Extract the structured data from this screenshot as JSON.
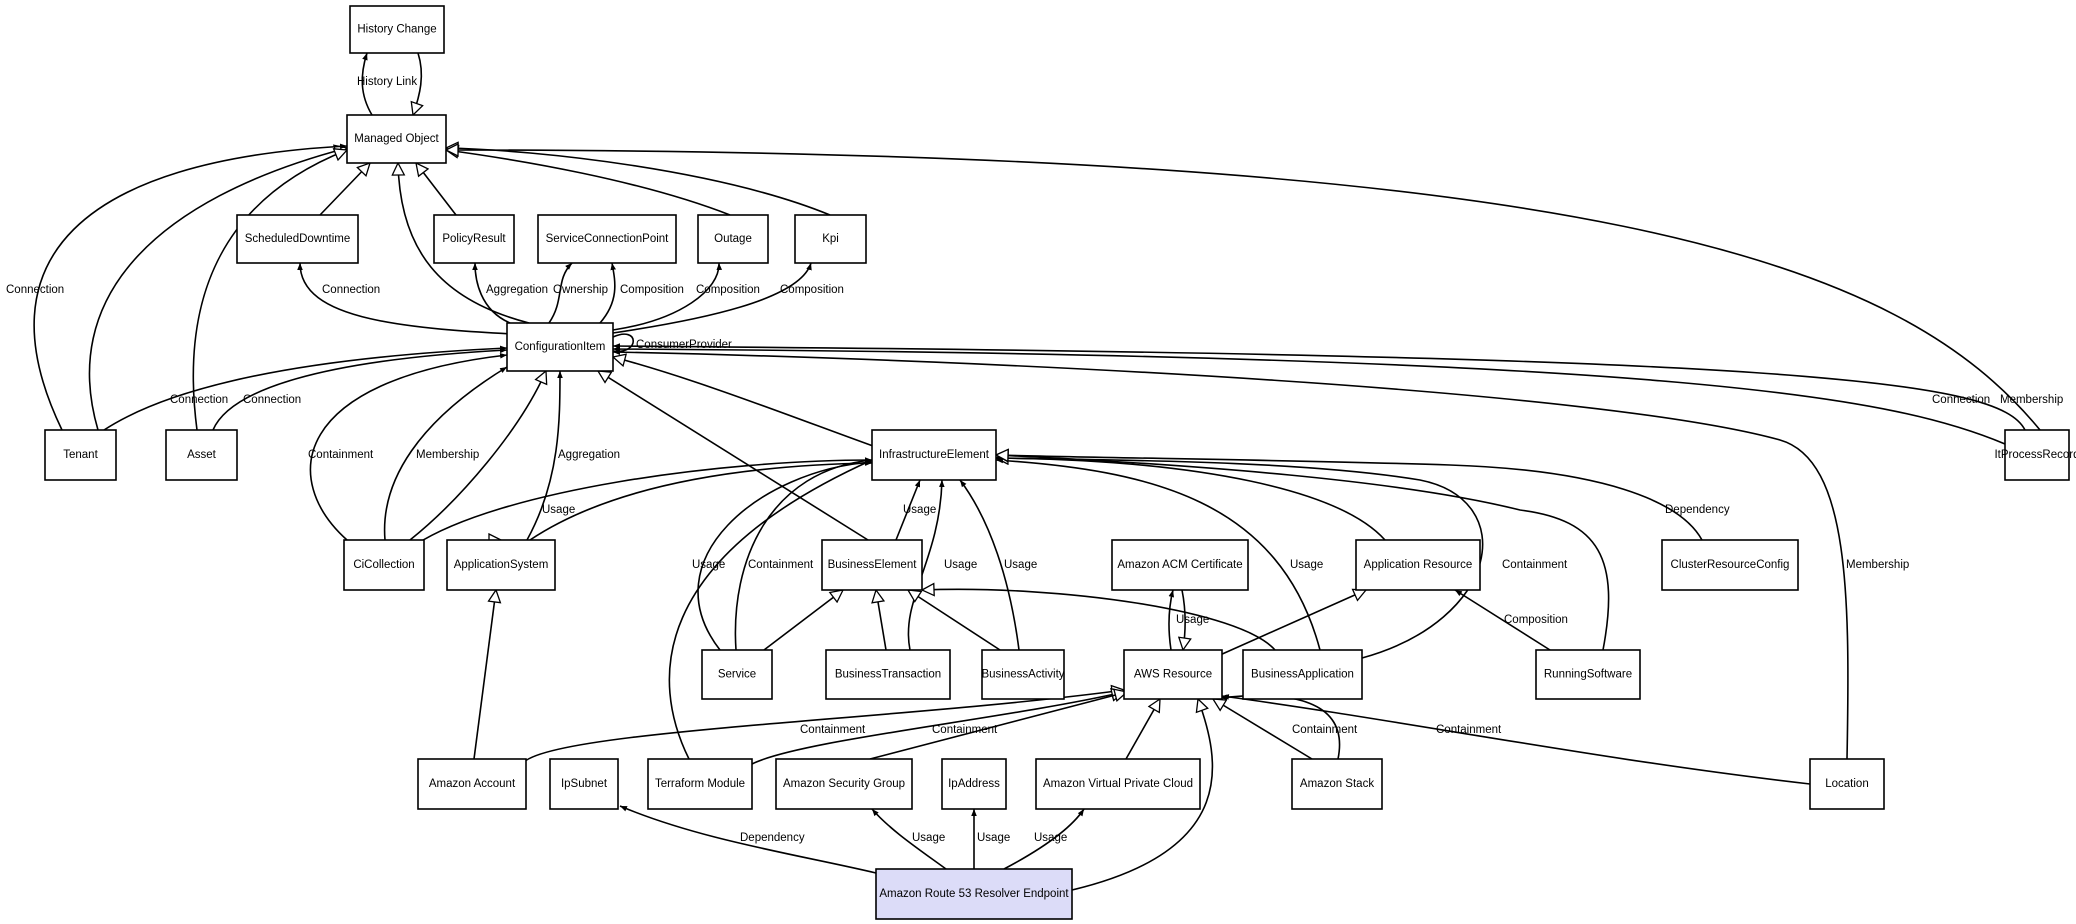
{
  "diagram": {
    "nodes": [
      {
        "id": "history_change",
        "label": "History Change"
      },
      {
        "id": "managed_object",
        "label": "Managed Object"
      },
      {
        "id": "scheduled_downtime",
        "label": "ScheduledDowntime"
      },
      {
        "id": "policy_result",
        "label": "PolicyResult"
      },
      {
        "id": "service_connection_point",
        "label": "ServiceConnectionPoint"
      },
      {
        "id": "outage",
        "label": "Outage"
      },
      {
        "id": "kpi",
        "label": "Kpi"
      },
      {
        "id": "configuration_item",
        "label": "ConfigurationItem"
      },
      {
        "id": "tenant",
        "label": "Tenant"
      },
      {
        "id": "asset",
        "label": "Asset"
      },
      {
        "id": "infrastructure_element",
        "label": "InfrastructureElement"
      },
      {
        "id": "it_process_record",
        "label": "ItProcessRecord"
      },
      {
        "id": "ci_collection",
        "label": "CiCollection"
      },
      {
        "id": "application_system",
        "label": "ApplicationSystem"
      },
      {
        "id": "business_element",
        "label": "BusinessElement"
      },
      {
        "id": "amazon_acm_certificate",
        "label": "Amazon ACM Certificate"
      },
      {
        "id": "application_resource",
        "label": "Application Resource"
      },
      {
        "id": "cluster_resource_config",
        "label": "ClusterResourceConfig"
      },
      {
        "id": "service",
        "label": "Service"
      },
      {
        "id": "business_transaction",
        "label": "BusinessTransaction"
      },
      {
        "id": "business_activity",
        "label": "BusinessActivity"
      },
      {
        "id": "aws_resource",
        "label": "AWS Resource"
      },
      {
        "id": "business_application",
        "label": "BusinessApplication"
      },
      {
        "id": "running_software",
        "label": "RunningSoftware"
      },
      {
        "id": "amazon_account",
        "label": "Amazon Account"
      },
      {
        "id": "ip_subnet",
        "label": "IpSubnet"
      },
      {
        "id": "terraform_module",
        "label": "Terraform Module"
      },
      {
        "id": "amazon_security_group",
        "label": "Amazon Security Group"
      },
      {
        "id": "ip_address",
        "label": "IpAddress"
      },
      {
        "id": "amazon_vpc",
        "label": "Amazon Virtual Private Cloud"
      },
      {
        "id": "amazon_stack",
        "label": "Amazon Stack"
      },
      {
        "id": "location",
        "label": "Location"
      },
      {
        "id": "route53_resolver_endpoint",
        "label": "Amazon Route 53 Resolver Endpoint",
        "highlight": true
      }
    ],
    "edges": [
      {
        "id": "e1",
        "from": "managed_object",
        "to": "history_change",
        "kind": "association",
        "label": "History Link"
      },
      {
        "id": "e2",
        "from": "history_change",
        "to": "managed_object",
        "kind": "inheritance",
        "label": ""
      },
      {
        "id": "e3",
        "from": "scheduled_downtime",
        "to": "managed_object",
        "kind": "inheritance",
        "label": ""
      },
      {
        "id": "e4",
        "from": "policy_result",
        "to": "managed_object",
        "kind": "inheritance",
        "label": ""
      },
      {
        "id": "e5",
        "from": "configuration_item",
        "to": "managed_object",
        "kind": "inheritance",
        "label": ""
      },
      {
        "id": "e6",
        "from": "outage",
        "to": "managed_object",
        "kind": "inheritance",
        "label": ""
      },
      {
        "id": "e7",
        "from": "kpi",
        "to": "managed_object",
        "kind": "inheritance",
        "label": ""
      },
      {
        "id": "e8",
        "from": "tenant",
        "to": "managed_object",
        "kind": "inheritance",
        "label": ""
      },
      {
        "id": "e9",
        "from": "tenant",
        "to": "managed_object",
        "kind": "association",
        "label": "Connection"
      },
      {
        "id": "e10",
        "from": "asset",
        "to": "managed_object",
        "kind": "inheritance",
        "label": ""
      },
      {
        "id": "e11",
        "from": "it_process_record",
        "to": "managed_object",
        "kind": "inheritance",
        "label": ""
      },
      {
        "id": "e12",
        "from": "configuration_item",
        "to": "scheduled_downtime",
        "kind": "association",
        "label": "Connection"
      },
      {
        "id": "e13",
        "from": "configuration_item",
        "to": "policy_result",
        "kind": "association",
        "label": "Aggregation"
      },
      {
        "id": "e14",
        "from": "configuration_item",
        "to": "service_connection_point",
        "kind": "association",
        "label": "Ownership"
      },
      {
        "id": "e15",
        "from": "configuration_item",
        "to": "service_connection_point",
        "kind": "association",
        "label": "Composition"
      },
      {
        "id": "e16",
        "from": "configuration_item",
        "to": "outage",
        "kind": "association",
        "label": "Composition"
      },
      {
        "id": "e17",
        "from": "configuration_item",
        "to": "kpi",
        "kind": "association",
        "label": "Composition"
      },
      {
        "id": "e18",
        "from": "configuration_item",
        "to": "configuration_item",
        "kind": "association",
        "label": "ConsumerProvider"
      },
      {
        "id": "e19",
        "from": "tenant",
        "to": "configuration_item",
        "kind": "association",
        "label": "Connection"
      },
      {
        "id": "e20",
        "from": "asset",
        "to": "configuration_item",
        "kind": "association",
        "label": "Connection"
      },
      {
        "id": "e21",
        "from": "ci_collection",
        "to": "configuration_item",
        "kind": "association",
        "label": "Containment"
      },
      {
        "id": "e22",
        "from": "ci_collection",
        "to": "configuration_item",
        "kind": "association",
        "label": "Membership"
      },
      {
        "id": "e23",
        "from": "ci_collection",
        "to": "configuration_item",
        "kind": "inheritance",
        "label": ""
      },
      {
        "id": "e24",
        "from": "application_system",
        "to": "configuration_item",
        "kind": "association",
        "label": "Aggregation"
      },
      {
        "id": "e25",
        "from": "business_element",
        "to": "configuration_item",
        "kind": "inheritance",
        "label": ""
      },
      {
        "id": "e26",
        "from": "infrastructure_element",
        "to": "configuration_item",
        "kind": "inheritance",
        "label": ""
      },
      {
        "id": "e27",
        "from": "it_process_record",
        "to": "configuration_item",
        "kind": "association",
        "label": "Connection"
      },
      {
        "id": "e28",
        "from": "it_process_record",
        "to": "configuration_item",
        "kind": "association",
        "label": "Membership"
      },
      {
        "id": "e29",
        "from": "location",
        "to": "configuration_item",
        "kind": "association",
        "label": "Membership"
      },
      {
        "id": "e30",
        "from": "ci_collection",
        "to": "infrastructure_element",
        "kind": "association",
        "label": "Usage"
      },
      {
        "id": "e31",
        "from": "application_system",
        "to": "infrastructure_element",
        "kind": "association",
        "label": ""
      },
      {
        "id": "e32",
        "from": "business_element",
        "to": "infrastructure_element",
        "kind": "association",
        "label": "Usage"
      },
      {
        "id": "e33",
        "from": "service",
        "to": "infrastructure_element",
        "kind": "association",
        "label": "Usage"
      },
      {
        "id": "e34",
        "from": "service",
        "to": "infrastructure_element",
        "kind": "association",
        "label": "Containment"
      },
      {
        "id": "e35",
        "from": "business_transaction",
        "to": "infrastructure_element",
        "kind": "association",
        "label": "Usage"
      },
      {
        "id": "e36",
        "from": "business_activity",
        "to": "infrastructure_element",
        "kind": "association",
        "label": "Usage"
      },
      {
        "id": "e37",
        "from": "business_application",
        "to": "infrastructure_element",
        "kind": "association",
        "label": "Usage"
      },
      {
        "id": "e38",
        "from": "application_resource",
        "to": "infrastructure_element",
        "kind": "inheritance",
        "label": ""
      },
      {
        "id": "e39",
        "from": "business_application",
        "to": "infrastructure_element",
        "kind": "association",
        "label": "Containment"
      },
      {
        "id": "e40",
        "from": "running_software",
        "to": "infrastructure_element",
        "kind": "inheritance",
        "label": ""
      },
      {
        "id": "e41",
        "from": "cluster_resource_config",
        "to": "infrastructure_element",
        "kind": "inheritance",
        "label": "Dependency"
      },
      {
        "id": "e42",
        "from": "terraform_module",
        "to": "infrastructure_element",
        "kind": "association",
        "label": ""
      },
      {
        "id": "e43",
        "from": "application_system",
        "to": "configuration_item",
        "kind": "inheritance",
        "label": ""
      },
      {
        "id": "e44",
        "from": "amazon_account",
        "to": "application_system",
        "kind": "inheritance",
        "label": ""
      },
      {
        "id": "e45",
        "from": "service",
        "to": "business_element",
        "kind": "inheritance",
        "label": ""
      },
      {
        "id": "e46",
        "from": "business_transaction",
        "to": "business_element",
        "kind": "inheritance",
        "label": ""
      },
      {
        "id": "e47",
        "from": "business_activity",
        "to": "business_element",
        "kind": "inheritance",
        "label": ""
      },
      {
        "id": "e48",
        "from": "business_application",
        "to": "business_element",
        "kind": "inheritance",
        "label": ""
      },
      {
        "id": "e49",
        "from": "aws_resource",
        "to": "amazon_acm_certificate",
        "kind": "association",
        "label": "Usage"
      },
      {
        "id": "e50",
        "from": "amazon_acm_certificate",
        "to": "aws_resource",
        "kind": "inheritance",
        "label": ""
      },
      {
        "id": "e51",
        "from": "aws_resource",
        "to": "application_resource",
        "kind": "inheritance",
        "label": ""
      },
      {
        "id": "e52",
        "from": "running_software",
        "to": "application_resource",
        "kind": "association",
        "label": "Composition"
      },
      {
        "id": "e53",
        "from": "amazon_account",
        "to": "aws_resource",
        "kind": "inheritance",
        "label": "Containment"
      },
      {
        "id": "e54",
        "from": "terraform_module",
        "to": "aws_resource",
        "kind": "inheritance",
        "label": "Containment"
      },
      {
        "id": "e55",
        "from": "amazon_security_group",
        "to": "aws_resource",
        "kind": "inheritance",
        "label": ""
      },
      {
        "id": "e56",
        "from": "amazon_vpc",
        "to": "aws_resource",
        "kind": "inheritance",
        "label": ""
      },
      {
        "id": "e57",
        "from": "amazon_stack",
        "to": "aws_resource",
        "kind": "association",
        "label": "Containment"
      },
      {
        "id": "e58",
        "from": "amazon_stack",
        "to": "aws_resource",
        "kind": "inheritance",
        "label": ""
      },
      {
        "id": "e59",
        "from": "location",
        "to": "aws_resource",
        "kind": "association",
        "label": "Containment"
      },
      {
        "id": "e60",
        "from": "route53_resolver_endpoint",
        "to": "aws_resource",
        "kind": "inheritance",
        "label": ""
      },
      {
        "id": "e61",
        "from": "route53_resolver_endpoint",
        "to": "ip_subnet",
        "kind": "association",
        "label": "Dependency"
      },
      {
        "id": "e62",
        "from": "route53_resolver_endpoint",
        "to": "amazon_security_group",
        "kind": "association",
        "label": "Usage"
      },
      {
        "id": "e63",
        "from": "route53_resolver_endpoint",
        "to": "ip_address",
        "kind": "association",
        "label": "Usage"
      },
      {
        "id": "e64",
        "from": "route53_resolver_endpoint",
        "to": "amazon_vpc",
        "kind": "association",
        "label": "Usage"
      }
    ]
  }
}
